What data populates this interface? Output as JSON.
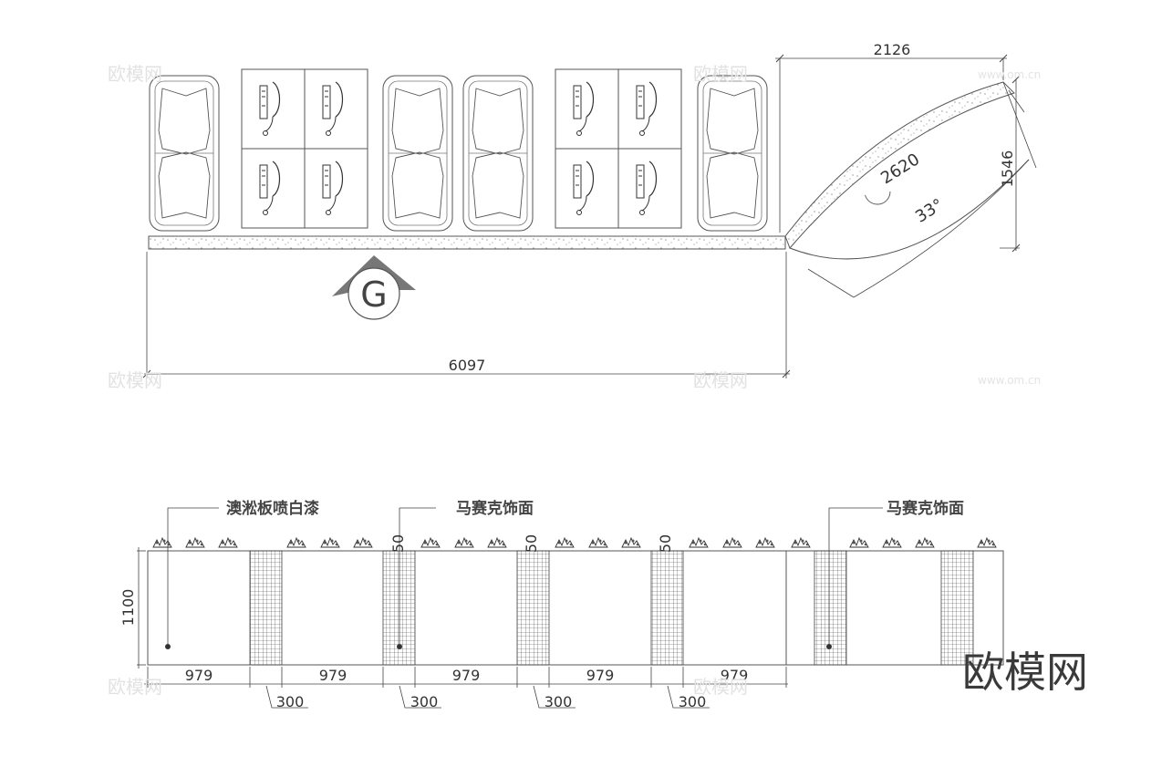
{
  "plan": {
    "overall_width": "6097",
    "curve_width": "2126",
    "curve_height": "1546",
    "curve_radius": "2620",
    "curve_angle": "33°",
    "logo_letter": "G"
  },
  "elevation": {
    "height": "1100",
    "bay_widths": [
      "979",
      "979",
      "979",
      "979",
      "979"
    ],
    "gap_widths": [
      "300",
      "300",
      "300",
      "300"
    ],
    "top_offsets": [
      "50",
      "50",
      "50"
    ],
    "notes": [
      "澳淞板喷白漆",
      "马赛克饰面",
      "马赛克饰面"
    ]
  },
  "watermark": {
    "brand": "欧模网",
    "url": "www.om.cn"
  }
}
